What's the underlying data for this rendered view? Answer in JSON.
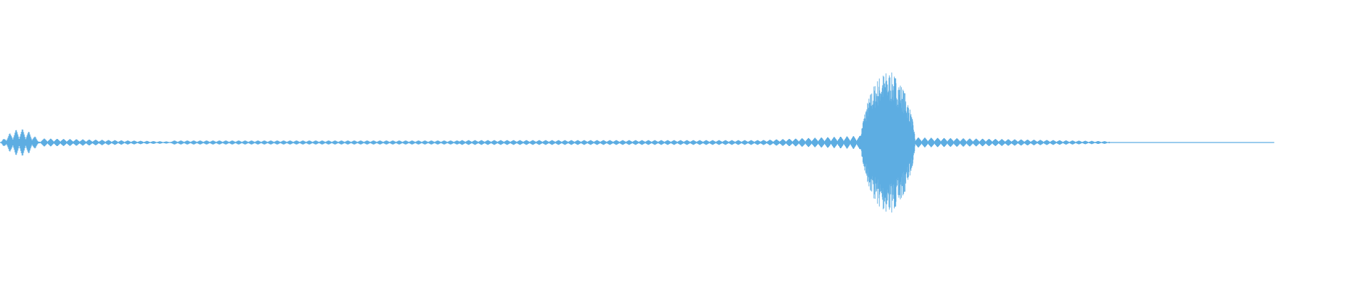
{
  "waveform": {
    "color": "#5dade2",
    "background": "#ffffff",
    "duration_fraction_visible": 0.93,
    "segments": [
      {
        "name": "initial-burst",
        "start": 0.0,
        "end": 0.03,
        "peak": 0.2,
        "profile": "bell"
      },
      {
        "name": "decaying-tail",
        "start": 0.03,
        "end": 0.125,
        "peak": 0.06,
        "profile": "decay"
      },
      {
        "name": "low-ripple-1",
        "start": 0.125,
        "end": 0.335,
        "peak": 0.03,
        "profile": "flat"
      },
      {
        "name": "low-ripple-2",
        "start": 0.335,
        "end": 0.555,
        "peak": 0.035,
        "profile": "flat"
      },
      {
        "name": "rising-ripple",
        "start": 0.555,
        "end": 0.628,
        "peak": 0.1,
        "profile": "rise"
      },
      {
        "name": "main-burst",
        "start": 0.628,
        "end": 0.668,
        "peak": 1.0,
        "profile": "noise-bell"
      },
      {
        "name": "post-ripple",
        "start": 0.668,
        "end": 0.81,
        "peak": 0.075,
        "profile": "decay"
      },
      {
        "name": "silence-line",
        "start": 0.81,
        "end": 0.93,
        "peak": 0.004,
        "profile": "flat"
      }
    ]
  }
}
